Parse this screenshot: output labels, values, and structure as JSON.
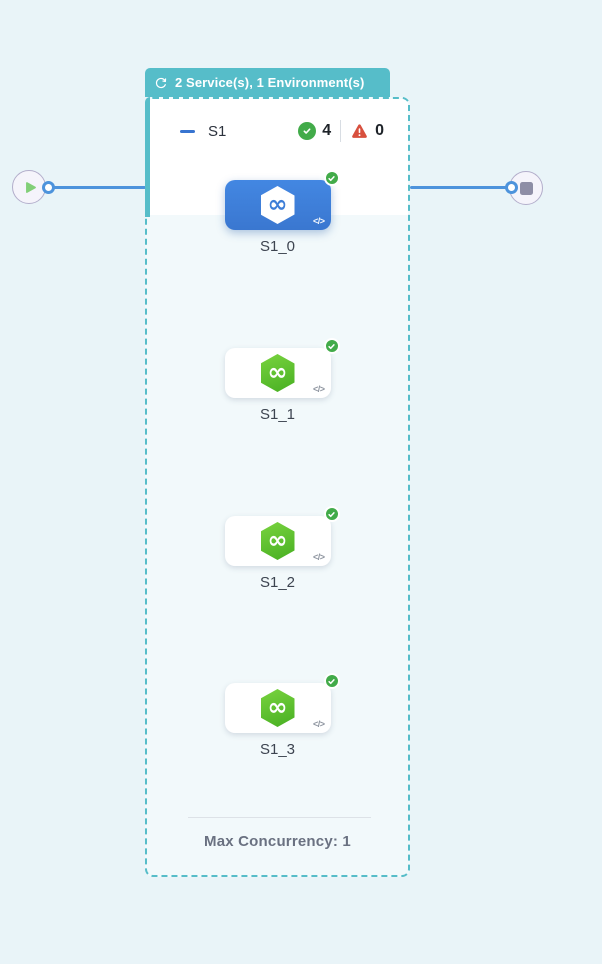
{
  "colors": {
    "teal": "#56bdc9",
    "line_blue": "#4d93dc",
    "card_blue": "#3d7ed8",
    "success_green": "#42ab49",
    "error_red": "#d8503e",
    "hex_green_light": "#79d33f",
    "hex_green_dark": "#47af22",
    "page_bg": "#e9f4f8",
    "container_bg": "#f2f9fb"
  },
  "deploy_badge": {
    "label": "2 Service(s), 1 Environment(s)",
    "icon": "loop-icon"
  },
  "stage": {
    "name": "S1",
    "success_count": "4",
    "error_count": "0",
    "max_concurrency": "Max Concurrency: 1",
    "steps": [
      {
        "label": "S1_0",
        "state": "selected",
        "status": "success"
      },
      {
        "label": "S1_1",
        "state": "default",
        "status": "success"
      },
      {
        "label": "S1_2",
        "state": "default",
        "status": "success"
      },
      {
        "label": "S1_3",
        "state": "default",
        "status": "success"
      }
    ]
  },
  "glyphs": {
    "infinity": "∞",
    "code": "</>"
  },
  "nodes": {
    "start": "play-icon",
    "end": "stop-icon"
  }
}
